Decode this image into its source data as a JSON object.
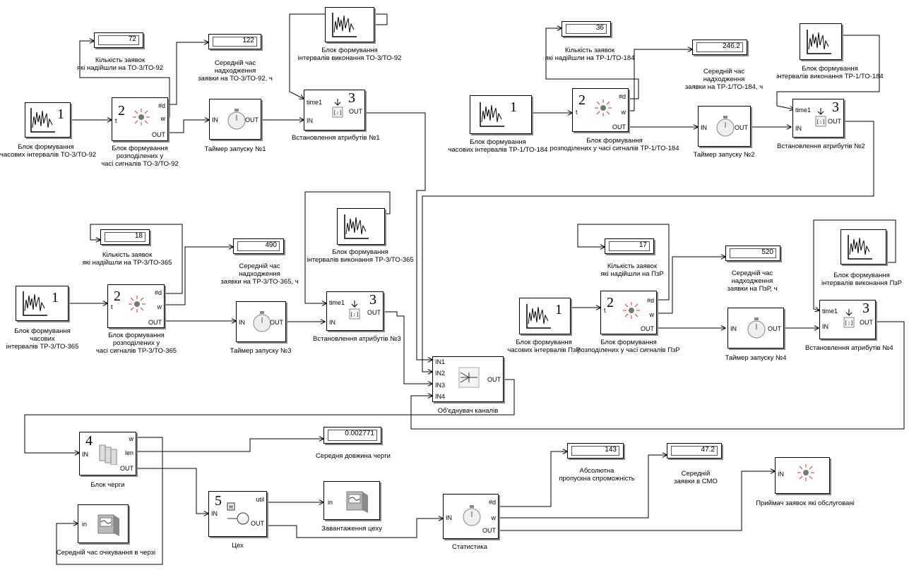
{
  "displays": {
    "arrivals_to3": "72",
    "mean_time_to3": "122",
    "arrivals_tr1": "36",
    "mean_time_tr1": "246.2",
    "arrivals_tr3": "18",
    "mean_time_tr3": "490",
    "arrivals_pzr": "17",
    "mean_time_pzr": "520",
    "queue_length": "0.002771",
    "throughput": "143",
    "mean_in_system": "47.2"
  },
  "labels": {
    "exec_to3": [
      "Блок формування",
      "інтервалів виконання ТО-3/ТО-92"
    ],
    "exec_tr1": [
      "Блок формування",
      "інтервалів виконання ТР-1/ТО-184"
    ],
    "exec_tr3": [
      "Блок формування",
      "інтервалів виконання ТР-3/ТО-365"
    ],
    "exec_pzr": [
      "Блок формування",
      "інтервалів виконання ПзР"
    ],
    "count_to3": [
      "Кількість заявок",
      "які надійшли на ТО-3/ТО-92"
    ],
    "count_tr1": [
      "Кількість заявок",
      "які надійшли на ТР-1/ТО-184"
    ],
    "count_tr3": [
      "Кількість заявок",
      "які надійшли на ТР-3/ТО-365"
    ],
    "count_pzr": [
      "Кількість заявок",
      "які надійшли на ПзР"
    ],
    "mean_to3": [
      "Середній час",
      "надходження",
      "заявки на ТО-3/ТО-92, ч"
    ],
    "mean_tr1": [
      "Середній час",
      "надходження",
      "заявки на ТР-1/ТО-184, ч"
    ],
    "mean_tr3": [
      "Середній час",
      "надходження",
      "заявки на ТР-3/ТО-365, ч"
    ],
    "mean_pzr": [
      "Середній час",
      "надходження",
      "заявки на ПзР, ч"
    ],
    "src_to3": [
      "Блок формування",
      "часових інтервалів ТО-3/ТО-92"
    ],
    "src_tr1": [
      "Блок формування",
      "часових інтервалів ТР-1/ТО-184"
    ],
    "src_tr3": [
      "Блок формування",
      "часових",
      "інтервалів ТР-3/ТО-365"
    ],
    "src_pzr": [
      "Блок формування",
      "часових інтервалів ПзР"
    ],
    "gen_to3": [
      "Блок формування",
      "розподілених у",
      "часі сигналів ТО-3/ТО-92"
    ],
    "gen_tr1": [
      "Блок формування",
      "розподілених у часі сигналів ТР-1/ТО-184"
    ],
    "gen_tr3": [
      "Блок формування",
      "розподілених у",
      "часі сигналів ТР-3/ТО-365"
    ],
    "gen_pzr": [
      "Блок формування",
      "розподілених у часі сигналів ПзР"
    ],
    "timer1": "Таймер запуску №1",
    "timer2": "Таймер запуску №2",
    "timer3": "Таймер запуску №3",
    "timer4": "Таймер запуску №4",
    "attr1": "Встановлення атрибутів №1",
    "attr2": "Встановлення атрибутів №2",
    "attr3": "Встановлення атрибутів №3",
    "attr4": "Встановлення атрибутів №4",
    "merger": "Об'єднувач каналів",
    "queue": "Блок черги",
    "queue_len": "Середня довжина черги",
    "workshop": "Цех",
    "workshop_load": "Завантаження цеху",
    "wait_time": "Середній час очікування в черзі",
    "statistics": "Статистика",
    "throughput": [
      "Абсолютна",
      "пропускна спроможність"
    ],
    "mean_in_system": [
      "Середній",
      "заявки в СМО"
    ],
    "sink": "Приймач заявок які обслуговані"
  },
  "ports": {
    "t": "t",
    "d": "#d",
    "w": "w",
    "out": "OUT",
    "in": "IN",
    "in_lower": "in",
    "time1": "time1",
    "len": "len",
    "util": "util",
    "in1": "IN1",
    "in2": "IN2",
    "in3": "IN3",
    "in4": "IN4"
  },
  "numbers": {
    "one": "1",
    "two": "2",
    "three": "3",
    "four": "4",
    "five": "5"
  }
}
